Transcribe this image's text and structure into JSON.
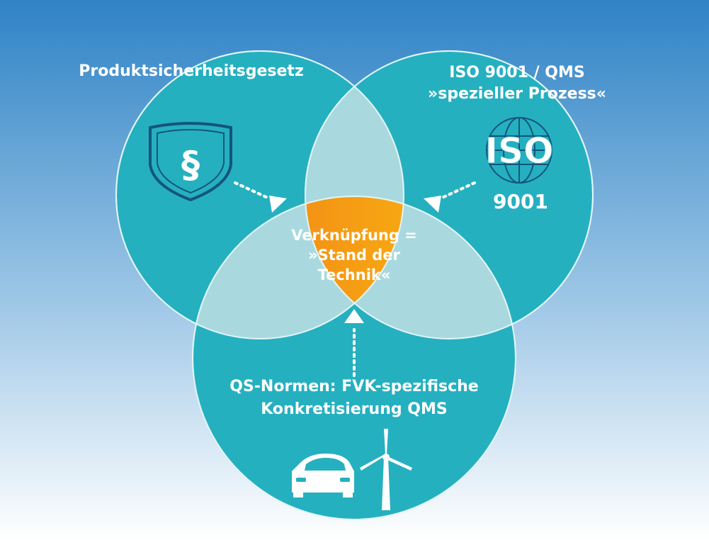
{
  "diagram": {
    "circles": [
      {
        "id": "produktsicherheitsgesetz",
        "label": "Produktsicherheitsgesetz",
        "icon": "shield-paragraph-icon"
      },
      {
        "id": "iso-qms",
        "label_lines": [
          "ISO 9001 / QMS",
          "»spezieller Prozess«"
        ],
        "icon": "iso-globe-icon",
        "icon_text": "ISO",
        "icon_number": "9001"
      },
      {
        "id": "qs-normen",
        "label_lines": [
          "QS-Normen: FVK-spezifische",
          "Konkretisierung QMS"
        ],
        "icons": [
          "car-icon",
          "wind-turbine-icon"
        ]
      }
    ],
    "center": {
      "label_lines": [
        "Verknüpfung =",
        "»Stand der",
        "Technik«"
      ]
    },
    "colors": {
      "background_top": "#2f83c6",
      "background_bottom": "#ffffff",
      "circle_fill": "#25b0c0",
      "overlap_fill": "#a9d9df",
      "center_gradient_start": "#ef7d1a",
      "center_gradient_end": "#fcbd0d",
      "icon_dark": "#14557a",
      "text": "#ffffff"
    }
  }
}
